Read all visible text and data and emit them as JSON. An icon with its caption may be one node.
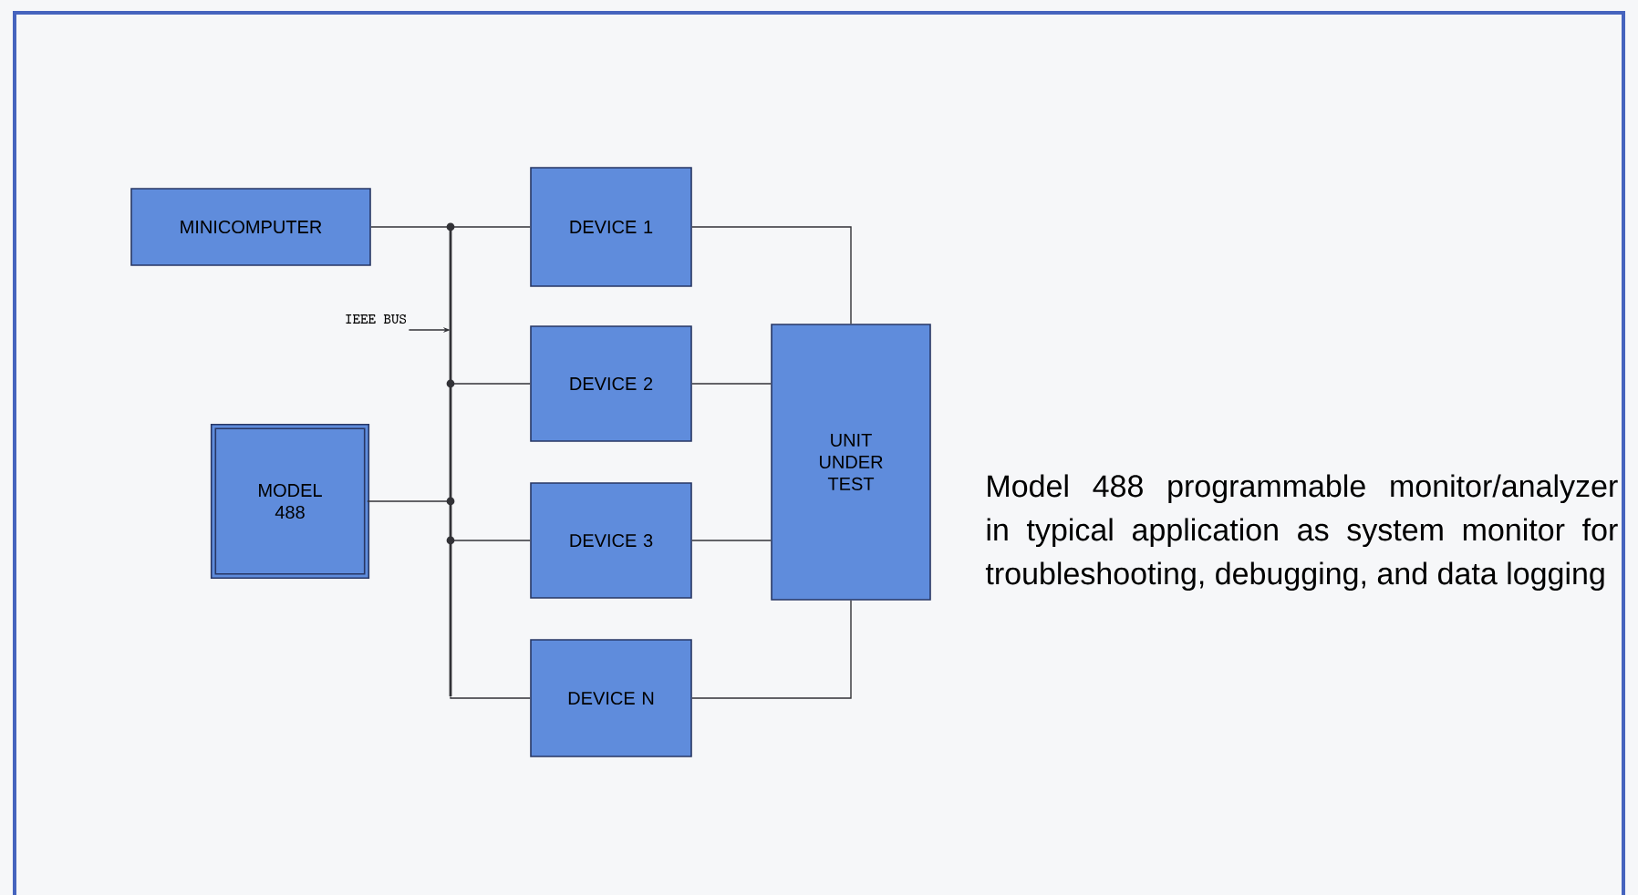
{
  "diagram": {
    "caption": "Model 488 programmable monitor/analyzer in typical application as system monitor for troubleshooting, debugging, and data logging",
    "nodes": [
      {
        "text": [
          "MINICOMPUTER"
        ]
      },
      {
        "text": [
          "DEVICE 1"
        ]
      },
      {
        "text": [
          "IEEE BUS"
        ]
      },
      {
        "text": [],
        "shape": "bar"
      },
      {
        "text": [
          "DEVICE 2"
        ]
      },
      {
        "text": [
          "UNIT UNDER TEST"
        ]
      },
      {
        "text": [
          "MODEL 488"
        ]
      },
      {
        "text": [
          "DEVICE 3"
        ]
      },
      {
        "text": [
          "DEVICE N"
        ]
      }
    ],
    "edges": [
      {
        "from": 0,
        "to": 3,
        "arrow": "none"
      },
      {
        "from": 1,
        "to": 3,
        "arrow": "none"
      },
      {
        "from": 2,
        "to": 3,
        "arrow": "to"
      },
      {
        "from": 4,
        "to": 3,
        "arrow": "none"
      },
      {
        "from": 6,
        "to": 3,
        "arrow": "none"
      },
      {
        "from": 7,
        "to": 3,
        "arrow": "none"
      },
      {
        "from": 8,
        "to": 3,
        "arrow": "none"
      },
      {
        "from": 1,
        "to": 5,
        "arrow": "none"
      },
      {
        "from": 4,
        "to": 5,
        "arrow": "none"
      },
      {
        "from": 7,
        "to": 5,
        "arrow": "none"
      },
      {
        "from": 8,
        "to": 5,
        "arrow": "none"
      }
    ]
  }
}
